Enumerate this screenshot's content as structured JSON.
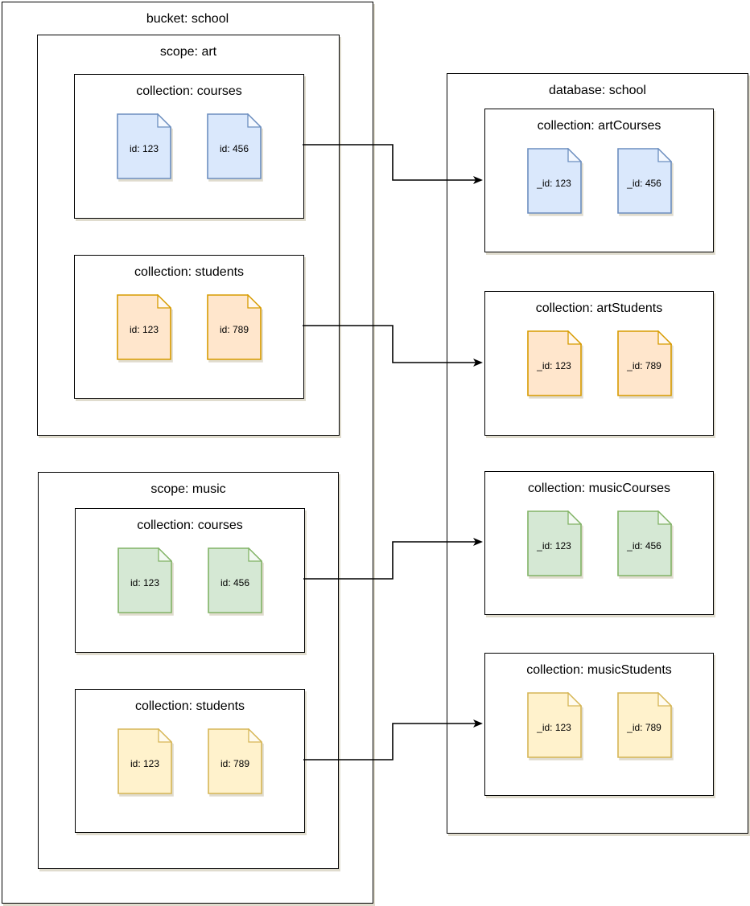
{
  "diagram": {
    "type": "bucket-scope-collection to database-collection mapping",
    "colors": {
      "blue": {
        "fill": "#dae8fc",
        "stroke": "#6c8ebf"
      },
      "orange": {
        "fill": "#ffe6cc",
        "stroke": "#d79b00"
      },
      "green": {
        "fill": "#d5e8d4",
        "stroke": "#82b366"
      },
      "yellow": {
        "fill": "#fff2cc",
        "stroke": "#d6b656"
      },
      "box_border": "#000000",
      "arrow": "#000000"
    },
    "bucket": {
      "title": "bucket: school",
      "scopes": [
        {
          "title": "scope: art",
          "collections": [
            {
              "title": "collection: courses",
              "color": "blue",
              "docs": [
                "id: 123",
                "id: 456"
              ]
            },
            {
              "title": "collection: students",
              "color": "orange",
              "docs": [
                "id: 123",
                "id: 789"
              ]
            }
          ]
        },
        {
          "title": "scope: music",
          "collections": [
            {
              "title": "collection: courses",
              "color": "green",
              "docs": [
                "id: 123",
                "id: 456"
              ]
            },
            {
              "title": "collection: students",
              "color": "yellow",
              "docs": [
                "id: 123",
                "id: 789"
              ]
            }
          ]
        }
      ]
    },
    "database": {
      "title": "database: school",
      "collections": [
        {
          "title": "collection: artCourses",
          "color": "blue",
          "docs": [
            "_id: 123",
            "_id: 456"
          ]
        },
        {
          "title": "collection: artStudents",
          "color": "orange",
          "docs": [
            "_id: 123",
            "_id: 789"
          ]
        },
        {
          "title": "collection: musicCourses",
          "color": "green",
          "docs": [
            "_id: 123",
            "_id: 456"
          ]
        },
        {
          "title": "collection: musicStudents",
          "color": "yellow",
          "docs": [
            "_id: 123",
            "_id: 789"
          ]
        }
      ]
    },
    "mappings": [
      {
        "from": "school.art.courses",
        "to": "school.artCourses"
      },
      {
        "from": "school.art.students",
        "to": "school.artStudents"
      },
      {
        "from": "school.music.courses",
        "to": "school.musicCourses"
      },
      {
        "from": "school.music.students",
        "to": "school.musicStudents"
      }
    ]
  }
}
